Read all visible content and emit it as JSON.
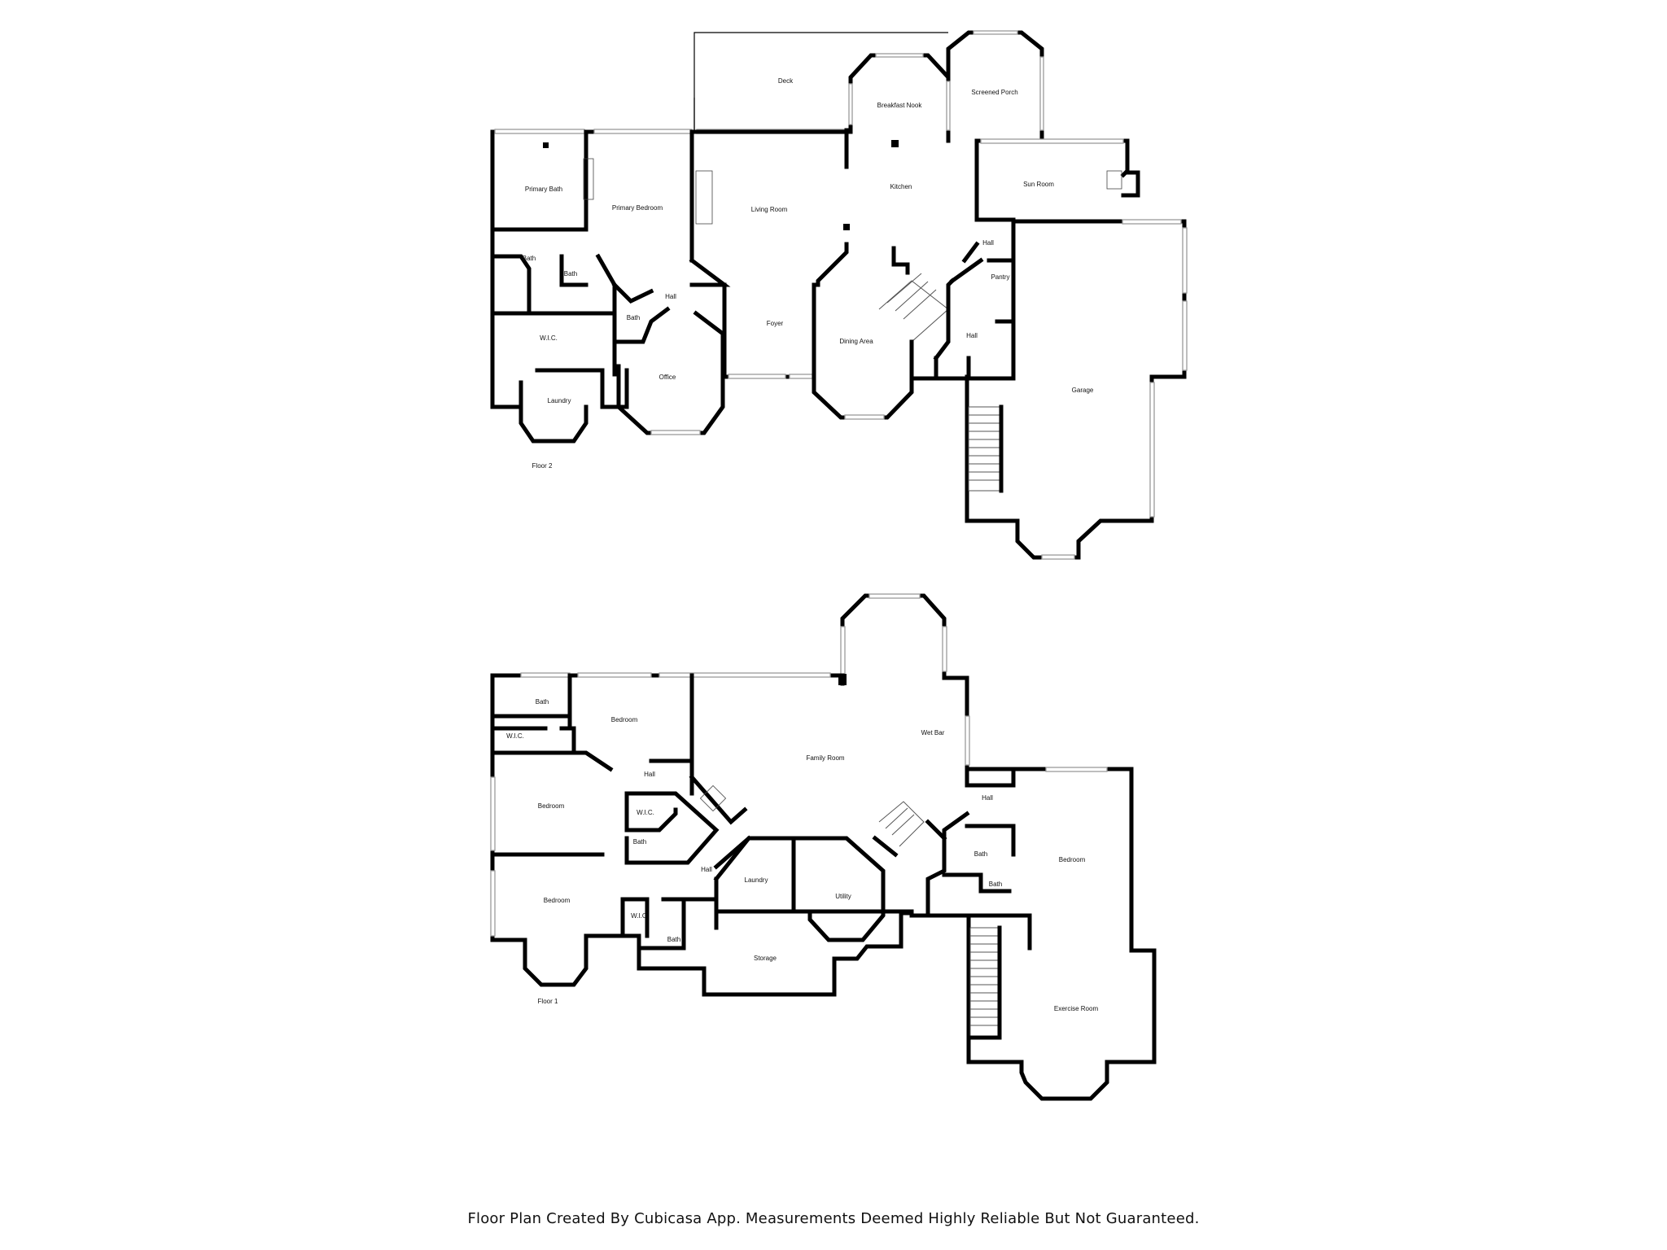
{
  "floor2": {
    "label": "Floor 2",
    "rooms": {
      "deck": "Deck",
      "breakfast_nook": "Breakfast Nook",
      "screened_porch": "Screened Porch",
      "primary_bath": "Primary Bath",
      "primary_bedroom": "Primary Bedroom",
      "living_room": "Living Room",
      "kitchen": "Kitchen",
      "sun_room": "Sun Room",
      "bath_a": "Bath",
      "bath_b": "Bath",
      "hall_a": "Hall",
      "bath_c": "Bath",
      "wic": "W.I.C.",
      "foyer": "Foyer",
      "dining_area": "Dining Area",
      "hall_b": "Hall",
      "pantry": "Pantry",
      "hall_c": "Hall",
      "office": "Office",
      "laundry": "Laundry",
      "garage": "Garage"
    }
  },
  "floor1": {
    "label": "Floor 1",
    "rooms": {
      "bath_a": "Bath",
      "bedroom_a": "Bedroom",
      "wic_a": "W.I.C.",
      "wet_bar": "Wet Bar",
      "family_room": "Family Room",
      "hall_a": "Hall",
      "bedroom_b": "Bedroom",
      "wic_b": "W.I.C.",
      "hall_b": "Hall",
      "bath_b": "Bath",
      "bath_c": "Bath",
      "bath_d": "Bath",
      "hall_c": "Hall",
      "laundry": "Laundry",
      "utility": "Utility",
      "bedroom_c": "Bedroom",
      "wic_c": "W.I.C.",
      "bath_e": "Bath",
      "storage": "Storage",
      "bedroom_d": "Bedroom",
      "exercise_room": "Exercise Room"
    }
  },
  "footer": "Floor Plan Created By Cubicasa App. Measurements Deemed Highly Reliable But Not Guaranteed."
}
